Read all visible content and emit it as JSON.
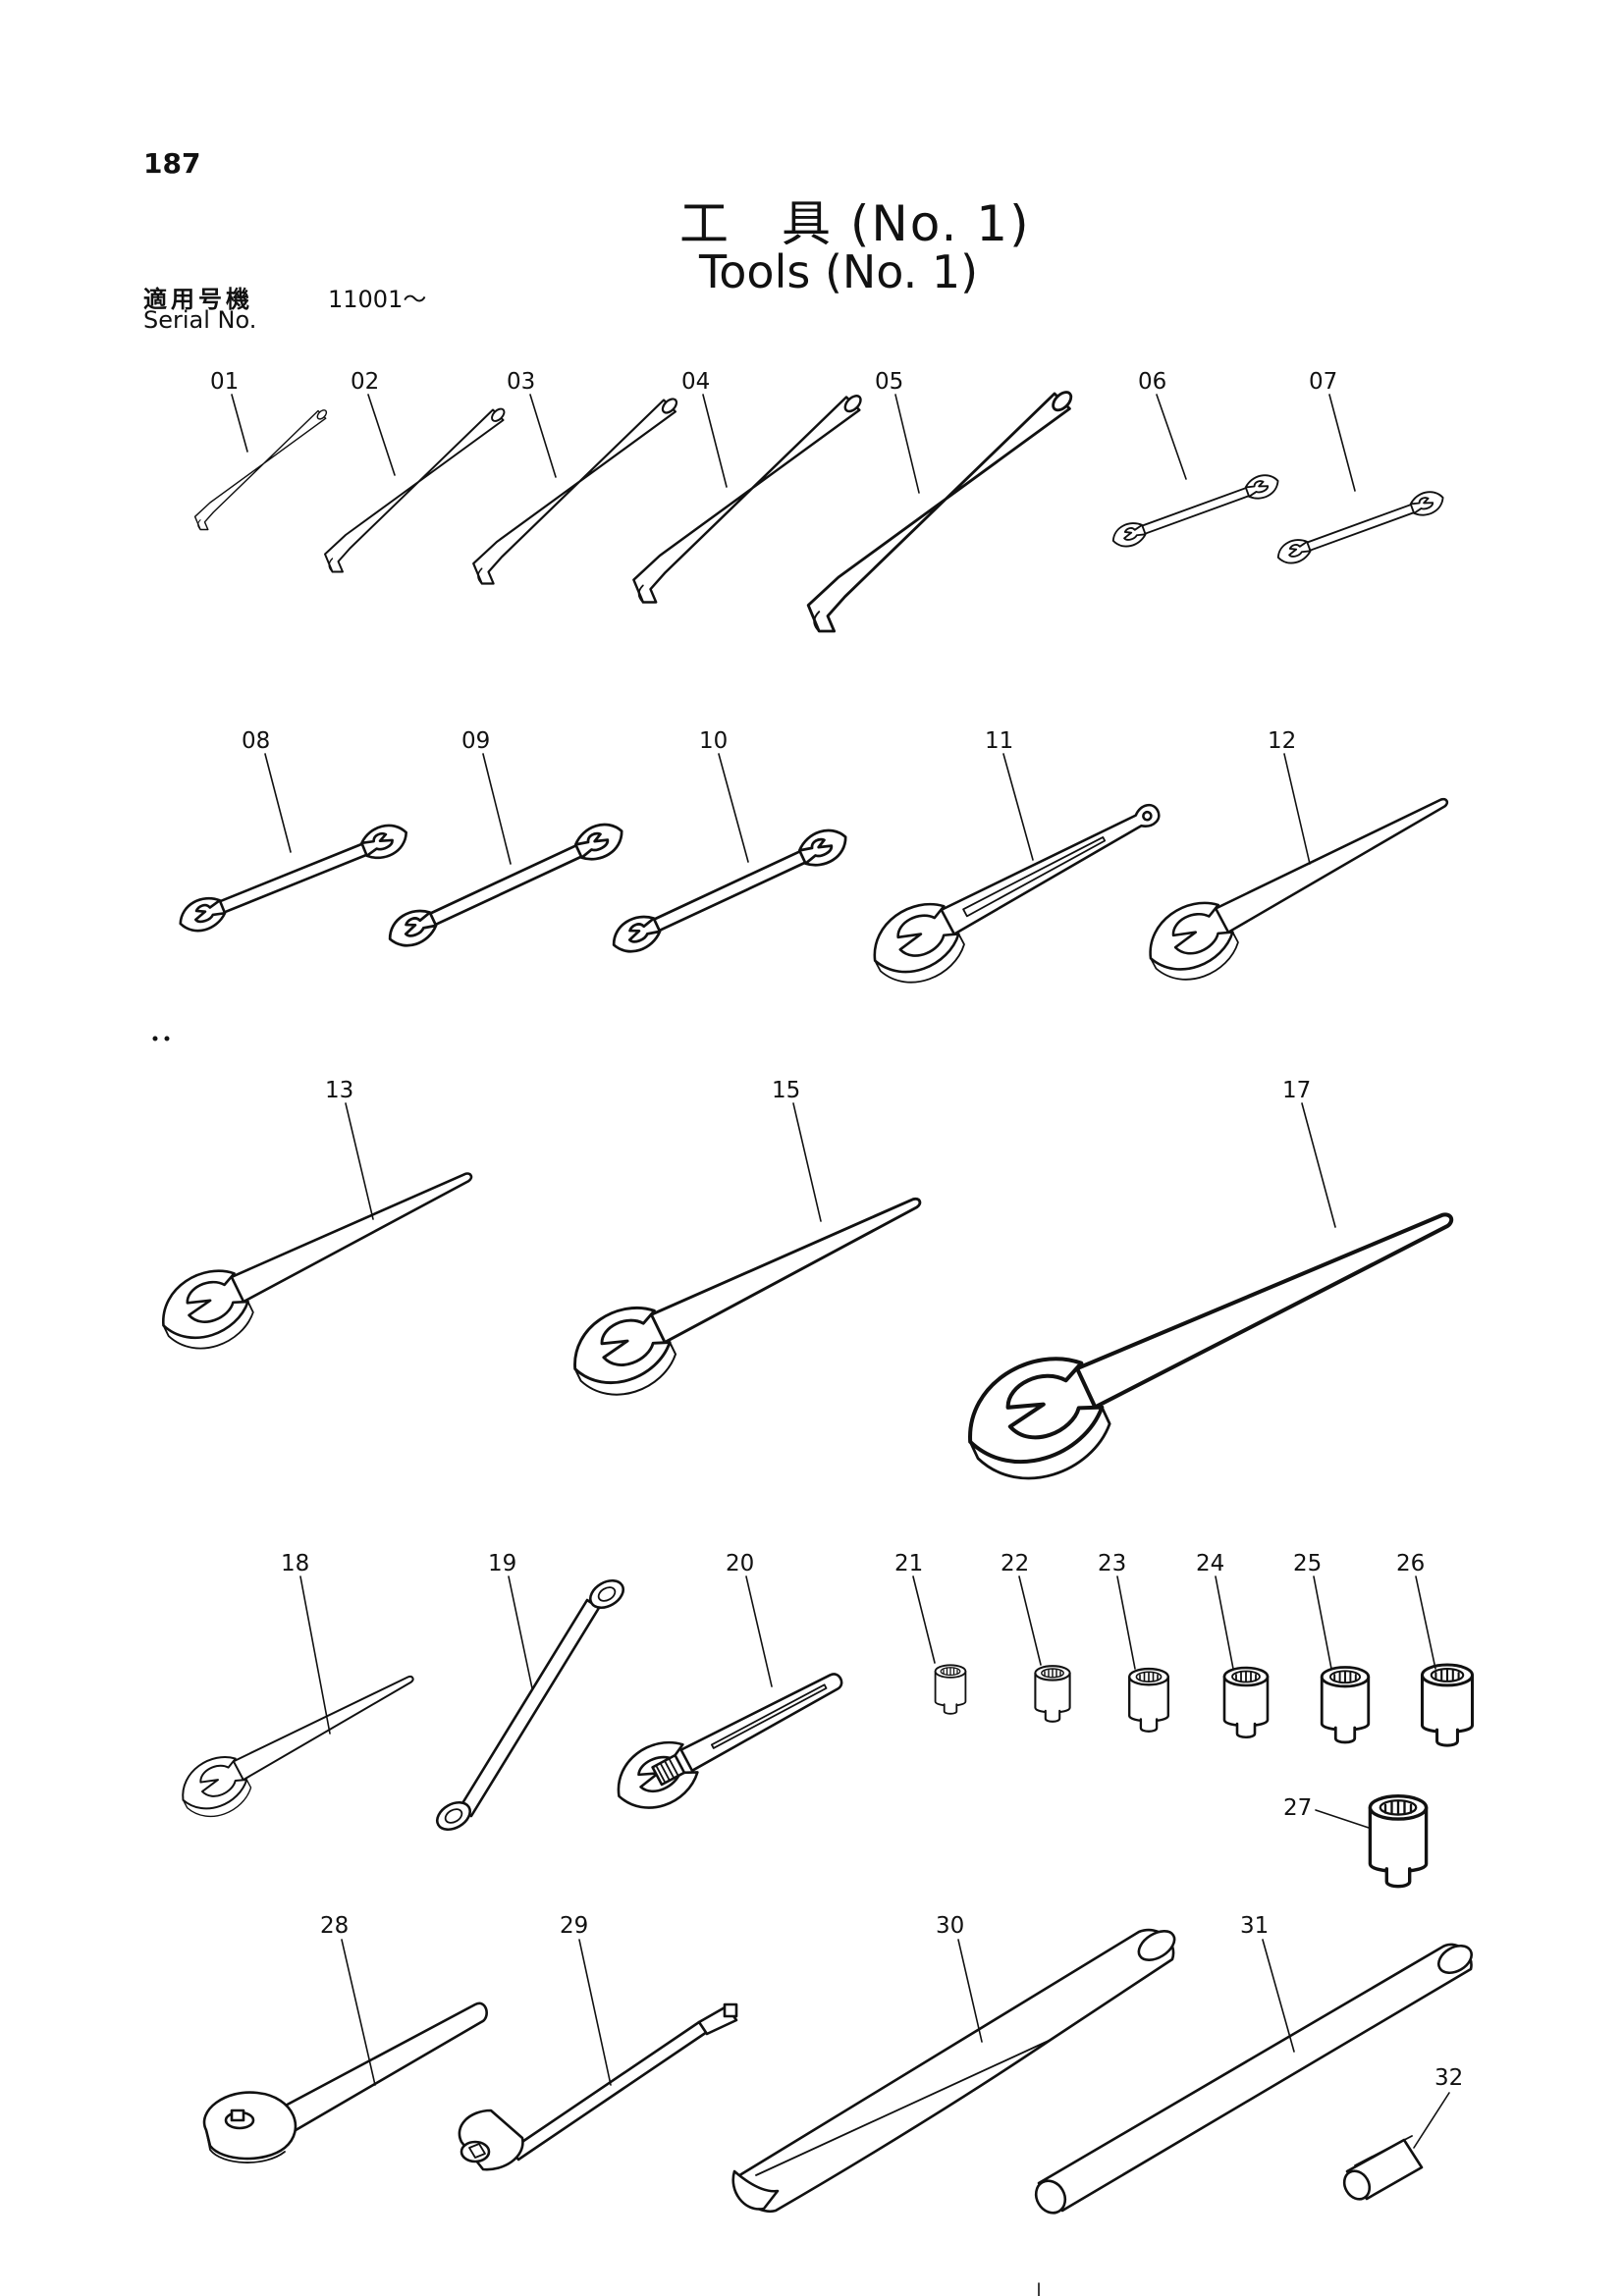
{
  "page_number": "187",
  "title": {
    "ja": "工　具 (No. 1)",
    "en": "Tools (No. 1)"
  },
  "serial": {
    "label_ja": "適用号機",
    "value": "11001～",
    "label_en": "Serial No."
  },
  "callouts": [
    "01",
    "02",
    "03",
    "04",
    "05",
    "06",
    "07",
    "08",
    "09",
    "10",
    "11",
    "12",
    "13",
    "15",
    "17",
    "18",
    "19",
    "20",
    "21",
    "22",
    "23",
    "24",
    "25",
    "26",
    "27",
    "28",
    "29",
    "30",
    "31",
    "32"
  ],
  "tools": [
    {
      "no": "01",
      "icon": "hex-key-icon"
    },
    {
      "no": "02",
      "icon": "hex-key-icon"
    },
    {
      "no": "03",
      "icon": "hex-key-icon"
    },
    {
      "no": "04",
      "icon": "hex-key-icon"
    },
    {
      "no": "05",
      "icon": "hex-key-icon"
    },
    {
      "no": "06",
      "icon": "double-open-end-wrench-icon"
    },
    {
      "no": "07",
      "icon": "double-open-end-wrench-icon"
    },
    {
      "no": "08",
      "icon": "double-open-end-wrench-icon"
    },
    {
      "no": "09",
      "icon": "double-open-end-wrench-icon"
    },
    {
      "no": "10",
      "icon": "double-open-end-wrench-icon"
    },
    {
      "no": "11",
      "icon": "slotted-spanner-icon"
    },
    {
      "no": "12",
      "icon": "single-open-end-wrench-icon"
    },
    {
      "no": "13",
      "icon": "single-open-end-wrench-icon"
    },
    {
      "no": "15",
      "icon": "single-open-end-wrench-icon"
    },
    {
      "no": "17",
      "icon": "single-open-end-wrench-icon"
    },
    {
      "no": "18",
      "icon": "single-open-end-wrench-icon"
    },
    {
      "no": "19",
      "icon": "offset-box-wrench-icon"
    },
    {
      "no": "20",
      "icon": "adjustable-wrench-icon"
    },
    {
      "no": "21",
      "icon": "socket-icon"
    },
    {
      "no": "22",
      "icon": "socket-icon"
    },
    {
      "no": "23",
      "icon": "socket-icon"
    },
    {
      "no": "24",
      "icon": "socket-icon"
    },
    {
      "no": "25",
      "icon": "socket-icon"
    },
    {
      "no": "26",
      "icon": "socket-icon"
    },
    {
      "no": "27",
      "icon": "socket-icon"
    },
    {
      "no": "28",
      "icon": "ratchet-handle-icon"
    },
    {
      "no": "29",
      "icon": "extension-bar-icon"
    },
    {
      "no": "30",
      "icon": "pry-bar-icon"
    },
    {
      "no": "31",
      "icon": "pipe-handle-icon"
    },
    {
      "no": "32",
      "icon": "hex-adapter-icon"
    }
  ]
}
